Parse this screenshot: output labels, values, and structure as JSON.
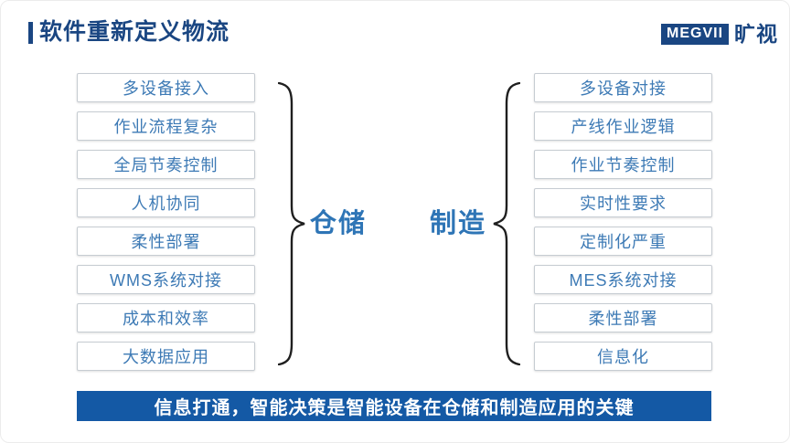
{
  "header": {
    "title": "软件重新定义物流",
    "logo": {
      "mark": "MEGVII",
      "name": "旷视"
    }
  },
  "left_group": {
    "label": "仓储",
    "items": [
      "多设备接入",
      "作业流程复杂",
      "全局节奏控制",
      "人机协同",
      "柔性部署",
      "WMS系统对接",
      "成本和效率",
      "大数据应用"
    ]
  },
  "right_group": {
    "label": "制造",
    "items": [
      "多设备对接",
      "产线作业逻辑",
      "作业节奏控制",
      "实时性要求",
      "定制化严重",
      "MES系统对接",
      "柔性部署",
      "信息化"
    ]
  },
  "footer": {
    "banner": "信息打通，智能决策是智能设备在仓储和制造应用的关键"
  },
  "colors": {
    "navy": "#1a4682",
    "box_text": "#3d7ab5",
    "label_blue": "#2e75b6",
    "banner_bg": "#1459a5",
    "brace": "#1f1f1f"
  }
}
